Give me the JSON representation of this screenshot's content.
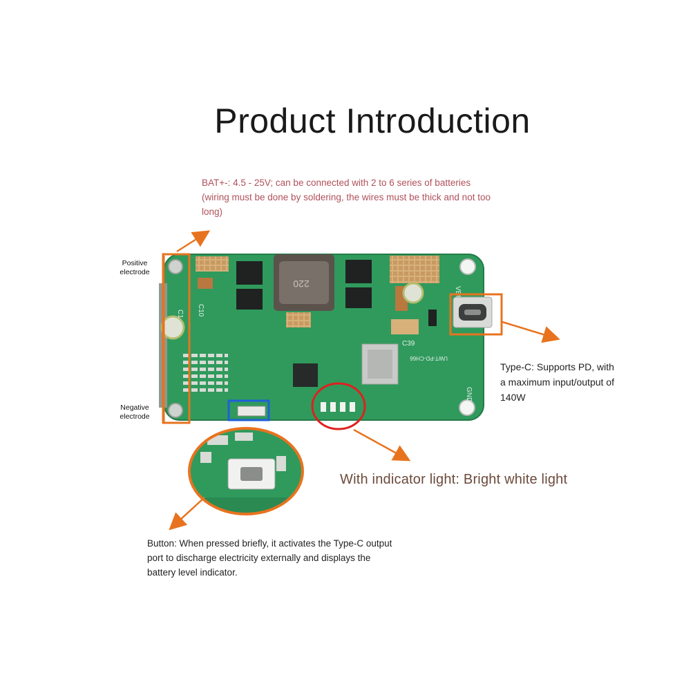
{
  "title": "Product Introduction",
  "battery_note": "BAT+-: 4.5 - 25V; can be connected with 2 to 6 series of batteries (wiring must be done by soldering, the wires must be thick and not too long)",
  "positive_label": "Positive electrode",
  "negative_label": "Negative electrode",
  "typec_note": "Type-C: Supports PD, with a maximum input/output of 140W",
  "indicator_note": "With indicator light: Bright white light",
  "button_note": "Button: When pressed briefly, it activates the Type-C output port to discharge electricity externally and displays the battery level indicator.",
  "board_markings": {
    "inductor": "220",
    "vbus": "VBUS",
    "gnd": "GND",
    "c1": "C1",
    "c10": "C10",
    "c39": "C39",
    "model": "UWT-PD-CH66"
  },
  "colors": {
    "pcb": "#2f9a5c",
    "accent_orange": "#e8731f",
    "button_box": "#1f5fd8",
    "led_circle": "#e01f1f",
    "note_red": "#b0505a"
  }
}
